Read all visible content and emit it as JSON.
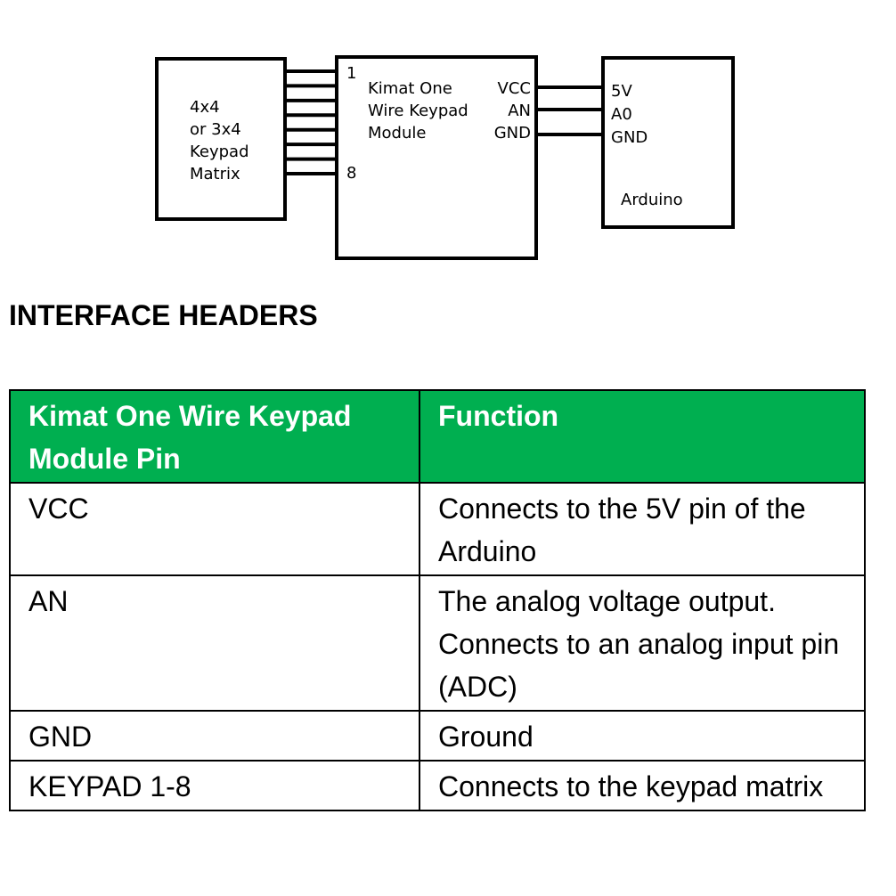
{
  "diagram": {
    "keypad_box": {
      "lines": [
        "4x4",
        "or 3x4",
        "Keypad",
        "Matrix"
      ]
    },
    "module_box": {
      "title_lines": [
        "Kimat One",
        "Wire Keypad",
        "Module"
      ],
      "pin_first": "1",
      "pin_last": "8",
      "power_pins": [
        "VCC",
        "AN",
        "GND"
      ]
    },
    "arduino_box": {
      "pins": [
        "5V",
        "A0",
        "GND"
      ],
      "label": "Arduino"
    },
    "wire_count": 8
  },
  "section": {
    "title": "INTERFACE HEADERS"
  },
  "table": {
    "header_color": "#00af50",
    "headers": [
      "Kimat One Wire Keypad Module Pin",
      "Function"
    ],
    "rows": [
      {
        "pin": "VCC",
        "function": "Connects to the 5V pin of the Arduino"
      },
      {
        "pin": "AN",
        "function": "The analog voltage output. Connects to an analog input pin (ADC)"
      },
      {
        "pin": "GND",
        "function": "Ground"
      },
      {
        "pin": "KEYPAD 1-8",
        "function": "Connects to the keypad matrix"
      }
    ]
  }
}
